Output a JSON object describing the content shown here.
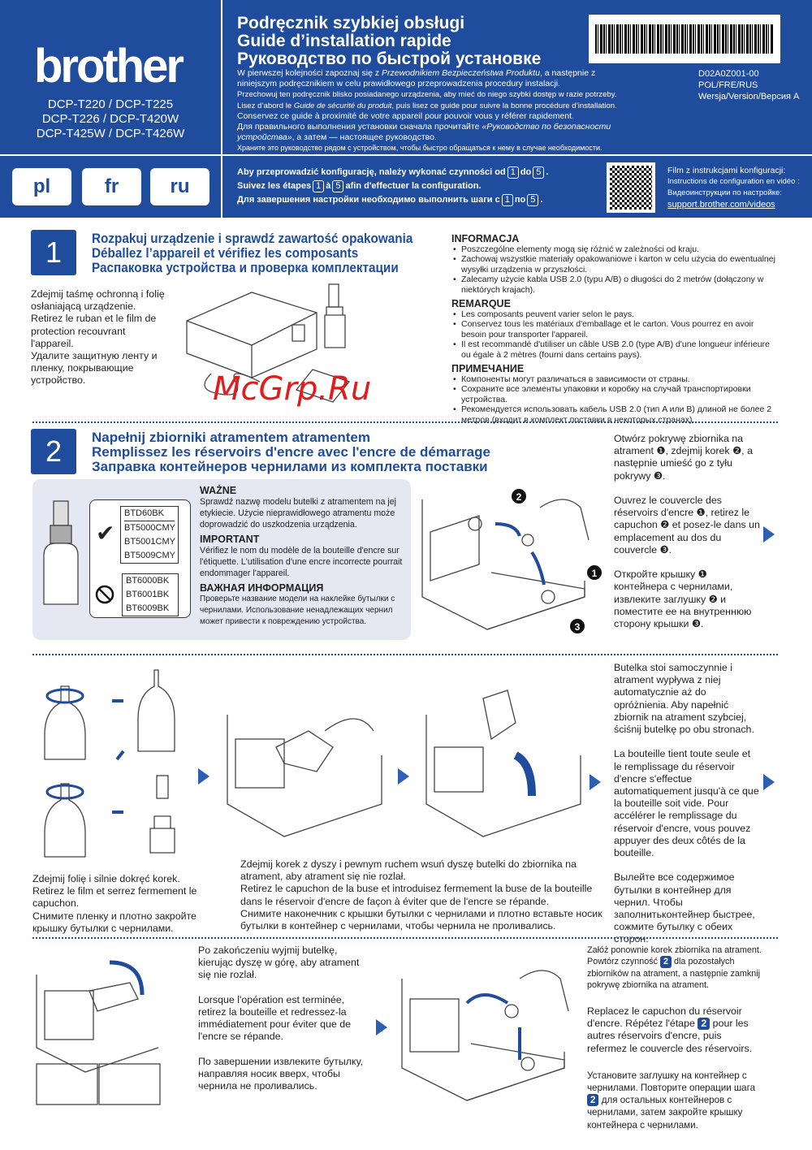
{
  "header": {
    "logo": "brother",
    "models": [
      "DCP-T220 / DCP-T225",
      "DCP-T226 / DCP-T420W",
      "DCP-T425W / DCP-T426W"
    ],
    "titles": [
      "Podręcznik szybkiej obsługi",
      "Guide d’installation rapide",
      "Руководство по быстрой установке"
    ],
    "intro": [
      [
        "W pierwszej kolejności zapoznaj się z ",
        "Przewodnikiem Bezpieczeństwa Produktu",
        ", a następnie z niniejszym podręcznikiem w celu prawidłowego przeprowadzenia procedury instalacji."
      ],
      "Przechowuj ten podręcznik blisko posiadanego urządzenia, aby mieć do niego szybki dostęp w razie potrzeby.",
      [
        "Lisez d’abord le ",
        "Guide de sécurité du produit",
        ", puis lisez ce guide pour suivre la bonne procédure d’installation."
      ],
      "Conservez ce guide à proximité de votre appareil pour pouvoir vous y référer rapidement.",
      [
        "Для правильного выполнения установки сначала прочитайте ",
        "«Руководство по безопасности устройства»",
        ", а затем — настоящее руководство."
      ],
      "Храните это руководство рядом с устройством, чтобы быстро обращаться к нему в случае необходимости."
    ],
    "doc_id": "D02A0Z001-00",
    "languages_code": "POL/FRE/RUS",
    "version": "Wersja/Version/Версия A",
    "lang_buttons": [
      "pl",
      "fr",
      "ru"
    ],
    "steps": [
      [
        "Aby przeprowadzić konfigurację, należy wykonać czynności od",
        "1",
        "do",
        "5",
        "."
      ],
      [
        "Suivez les étapes",
        "1",
        "à",
        "5",
        "afin d'effectuer la configuration."
      ],
      [
        "Для завершения настройки необходимо выполнить шаги с",
        "1",
        "по",
        "5",
        "."
      ]
    ],
    "video": [
      "Film z instrukcjami konfiguracji:",
      "Instructions de configuration en vidéo :",
      "Видеоинструкции по настройке:",
      "support.brother.com/videos"
    ]
  },
  "step1": {
    "number": "1",
    "titles": [
      "Rozpakuj urządzenie i sprawdź zawartość opakowania",
      "Déballez l’appareil et vérifiez les composants",
      "Распаковка устройства и проверка комплектации"
    ],
    "text": [
      "Zdejmij taśmę ochronną i folię osłaniającą urządzenie.",
      "Retirez le ruban et le film de protection recouvrant l'appareil.",
      "Удалите защитную ленту и пленку, покрывающие устройство."
    ],
    "notes": [
      {
        "title": "INFORMACJA",
        "items": [
          "Poszczególne elementy mogą się różnić w zależności od kraju.",
          "Zachowaj wszystkie materiały opakowaniowe i karton w celu użycia do ewentualnej wysyłki urządzenia w przyszłości.",
          "Zalecamy użycie kabla USB 2.0 (typu A/B) o długości do 2 metrów (dołączony w niektórych krajach)."
        ]
      },
      {
        "title": "REMARQUE",
        "items": [
          "Les composants peuvent varier selon le pays.",
          "Conservez tous les matériaux d'emballage et le carton. Vous pourrez en avoir besoin pour transporter l'appareil.",
          "Il est recommandé d'utiliser un câble USB 2.0 (type A/B) d'une longueur inférieure ou égale à 2 mètres (fourni dans certains pays)."
        ]
      },
      {
        "title": "ПРИМЕЧАНИЕ",
        "items": [
          "Компоненты могут различаться в зависимости от страны.",
          "Сохраните все элементы упаковки и коробку на случай транспортировки устройства.",
          "Рекомендуется использовать кабель USB 2.0 (тип A или B) длиной не более 2 метров (входит в комплект поставки в некоторых странах)."
        ]
      }
    ]
  },
  "step2": {
    "number": "2",
    "titles": [
      "Napełnij zbiorniki atramentem atramentem",
      "Remplissez les réservoirs d'encre avec l'encre de démarrage",
      "Заправка контейнеров чернилами из комплекта поставки"
    ],
    "ok_models": [
      "BTD60BK",
      "BT5000CMY",
      "BT5001CMY",
      "BT5009CMY"
    ],
    "bad_models": [
      "BT6000BK",
      "BT6001BK",
      "BT6009BK"
    ],
    "warnings": [
      {
        "title": "WAŻNE",
        "text": "Sprawdź nazwę modelu butelki z atramentem na jej etykiecie. Użycie nieprawidłowego atramentu może doprowadzić do uszkodzenia urządzenia."
      },
      {
        "title": "IMPORTANT",
        "text": "Vérifiez le nom du modèle de la bouteille d'encre sur l'étiquette. L'utilisation d'une encre incorrecte pourrait endommager l'appareil."
      },
      {
        "title": "ВАЖНАЯ ИНФОРМАЦИЯ",
        "text": "Проверьте название модели на наклейке бутылки с чернилами. Использование ненадлежащих чернил может привести к повреждению устройства."
      }
    ],
    "open_cover": [
      "Otwórz pokrywę zbiornika na atrament ❶, zdejmij korek ❷, a następnie umieść go z tyłu pokrywy ❸.",
      "Ouvrez le couvercle des réservoirs d'encre ❶, retirez le capuchon ❷ et posez-le dans un emplacement au dos du couvercle ❸.",
      "Откройте крышку ❶ контейнера с чернилами, извлеките заглушку ❷ и поместите ее на внутреннюю сторону крышки ❸."
    ],
    "callouts": [
      "1",
      "2",
      "3"
    ],
    "tighten": [
      "Zdejmij folię i silnie dokręć korek.",
      "Retirez le film et serrez fermement le capuchon.",
      "Снимите пленку и плотно закройте крышку бутылки с чернилами."
    ],
    "insert": [
      "Zdejmij korek z dyszy i pewnym ruchem wsuń dyszę butelki do zbiornika na atrament, aby atrament się nie rozlał.",
      "Retirez le capuchon de la buse et introduisez fermement la buse de la bouteille dans le réservoir d'encre de façon à éviter que de l'encre se répande.",
      "Снимите наконечник с крышки бутылки с чернилами и плотно вставьте носик бутылки в контейнер с чернилами, чтобы чернила не проливались."
    ],
    "auto_fill": [
      "Butelka stoi samoczynnie i atrament wypływa z niej automatycznie aż do opróżnienia. Aby napełnić zbiornik na atrament szybciej, ściśnij butelkę po obu stronach.",
      "La bouteille tient toute seule et le remplissage du réservoir d'encre s'effectue automatiquement jusqu'à ce que la bouteille soit vide. Pour accélérer le remplissage du réservoir d'encre, vous pouvez appuyer des deux côtés de la bouteille.",
      "Вылейте все содержимое бутылки в контейнер для чернил. Чтобы заполнитьконтейнер быстрее, сожмите бутылку с обеих сторон."
    ],
    "remove": [
      "Po zakończeniu wyjmij butelkę, kierując dyszę w górę, aby atrament się nie rozlał.",
      "Lorsque l'opération est terminée, retirez la bouteille et redressez-la immédiatement pour éviter que de l'encre se répande.",
      "По завершении извлеките бутылку, направляя носик вверх, чтобы чернила не проливались."
    ],
    "repeat": [
      [
        "Załóż ponownie korek zbiornika na atrament. Powtórz czynność",
        "2",
        "dla pozostałych zbiorników na atrament, a następnie zamknij pokrywę zbiornika na atrament."
      ],
      [
        "Replacez le capuchon du réservoir d'encre. Répétez l'étape",
        "2",
        "pour les autres réservoirs d'encre, puis refermez le couvercle des réservoirs."
      ],
      [
        "Установите заглушку на контейнер с чернилами. Повторите операции шага",
        "2",
        "для остальных контейнеров с чернилами, затем закройте крышку контейнера с чернилами."
      ]
    ]
  },
  "watermark": "McGrp.Ru",
  "colors": {
    "brand": "#1f4c9c",
    "panel": "#e5e8f3",
    "watermark": "#e21b1b"
  }
}
